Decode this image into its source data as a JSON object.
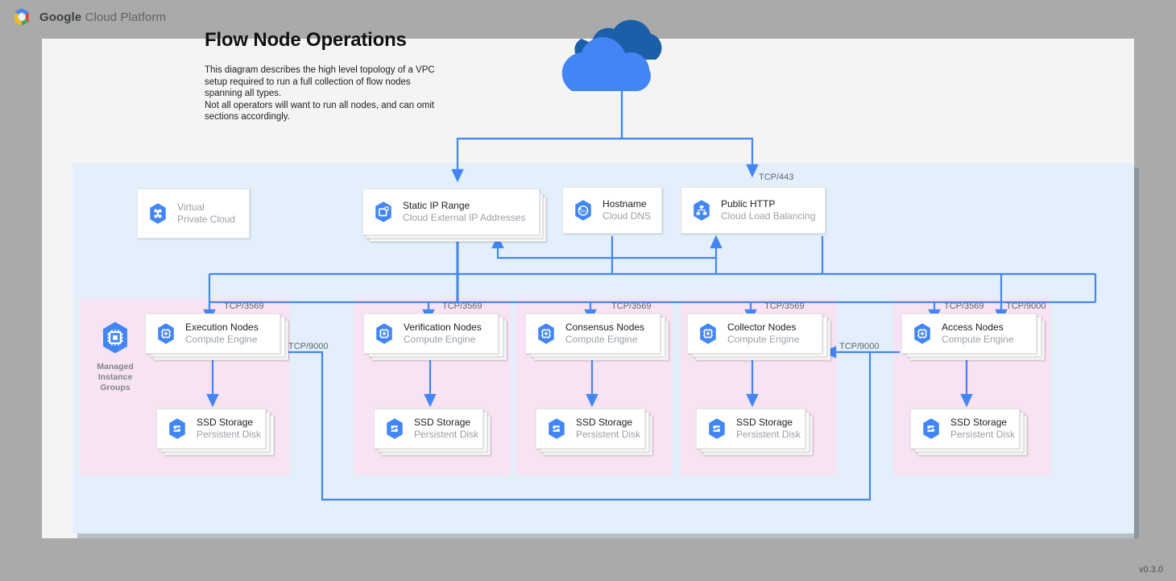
{
  "brand": {
    "google": "Google",
    "suffix": " Cloud Platform",
    "logo_icon": "gcp-hexagon-logo"
  },
  "header": {
    "title": "Flow Node Operations",
    "description": "This diagram describes the high level topology of a VPC setup required to run a full collection of flow nodes spanning all types.\nNot all operators will want to run all nodes, and can omit sections accordingly."
  },
  "footer": {
    "version": "v0.3.0"
  },
  "internet": {
    "icon": "cloud-icon"
  },
  "vpc": {
    "name": "vpc-region"
  },
  "top_row": [
    {
      "id": "virtual-private-cloud",
      "title": "Virtual",
      "subtitle": "Private Cloud",
      "icon": "vpc-icon",
      "stacked": false
    },
    {
      "id": "static-ip-range",
      "title": "Static IP Range",
      "subtitle": "Cloud External IP Addresses",
      "icon": "external-ip-icon",
      "stacked": true
    },
    {
      "id": "hostname",
      "title": "Hostname",
      "subtitle": "Cloud DNS",
      "icon": "cloud-dns-icon",
      "stacked": false
    },
    {
      "id": "public-http",
      "title": "Public HTTP",
      "subtitle": "Cloud Load Balancing",
      "icon": "load-balancing-icon",
      "stacked": false
    }
  ],
  "mig_label": "Managed\nInstance\nGroups",
  "mig_icon": "compute-instance-group-icon",
  "sections": [
    {
      "id": "execution",
      "node": {
        "title": "Execution Nodes",
        "subtitle": "Compute Engine",
        "icon": "compute-engine-icon"
      },
      "storage": {
        "title": "SSD Storage",
        "subtitle": "Persistent Disk",
        "icon": "persistent-disk-icon"
      },
      "ingress_port": "TCP/3569"
    },
    {
      "id": "verification",
      "node": {
        "title": "Verification Nodes",
        "subtitle": "Compute Engine",
        "icon": "compute-engine-icon"
      },
      "storage": {
        "title": "SSD Storage",
        "subtitle": "Persistent Disk",
        "icon": "persistent-disk-icon"
      },
      "ingress_port": "TCP/3569"
    },
    {
      "id": "consensus",
      "node": {
        "title": "Consensus Nodes",
        "subtitle": "Compute Engine",
        "icon": "compute-engine-icon"
      },
      "storage": {
        "title": "SSD Storage",
        "subtitle": "Persistent Disk",
        "icon": "persistent-disk-icon"
      },
      "ingress_port": "TCP/3569"
    },
    {
      "id": "collector",
      "node": {
        "title": "Collector Nodes",
        "subtitle": "Compute Engine",
        "icon": "compute-engine-icon"
      },
      "storage": {
        "title": "SSD Storage",
        "subtitle": "Persistent Disk",
        "icon": "persistent-disk-icon"
      },
      "ingress_port": "TCP/3569"
    },
    {
      "id": "access",
      "node": {
        "title": "Access Nodes",
        "subtitle": "Compute Engine",
        "icon": "compute-engine-icon"
      },
      "storage": {
        "title": "SSD Storage",
        "subtitle": "Persistent Disk",
        "icon": "persistent-disk-icon"
      },
      "ingress_port": "TCP/3569"
    }
  ],
  "edge_labels": {
    "lb_ingress": "TCP/443",
    "access_extra": "TCP/9000",
    "access_to_collector": "TCP/9000",
    "access_to_execution": "TCP/9000"
  },
  "colors": {
    "wire": "#4285f4",
    "vpc_bg": "#e3f0fc",
    "mig_bg": "#f7e3f3",
    "page_bg": "#f4f4f4",
    "canvas_bg": "#aaaaaa",
    "gcp_blue": "#4285f4",
    "cloud_dark": "#1a5fa8",
    "text_primary": "#202124",
    "text_secondary": "#9aa0a6"
  }
}
